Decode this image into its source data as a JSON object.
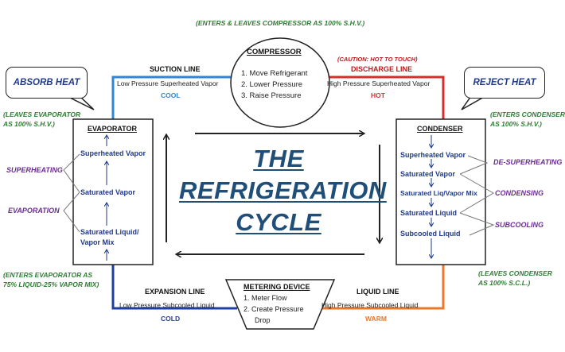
{
  "title": {
    "line1": "THE",
    "line2": "REFRIGERATION",
    "line3": "CYCLE"
  },
  "compressor": {
    "heading": "COMPRESSOR",
    "steps": [
      "1. Move Refrigerant",
      "2. Lower Pressure",
      "3. Raise Pressure"
    ],
    "note": "(ENTERS & LEAVES COMPRESSOR AS 100% S.H.V.)"
  },
  "suction_line": {
    "label": "SUCTION LINE",
    "description": "Low Pressure Superheated Vapor",
    "temp": "COOL"
  },
  "discharge_line": {
    "caution": "(CAUTION:  HOT TO TOUCH)",
    "label": "DISCHARGE LINE",
    "description": "High Pressure Superheated Vapor",
    "temp": "HOT"
  },
  "evaporator": {
    "heading": "EVAPORATOR",
    "states": [
      "Superheated Vapor",
      "Saturated Vapor",
      "Saturated Liquid/",
      "Vapor Mix"
    ],
    "phases": [
      "SUPERHEATING",
      "EVAPORATION"
    ],
    "note_top": [
      "(LEAVES EVAPORATOR",
      "AS 100% S.H.V.)"
    ],
    "note_bottom": [
      "(ENTERS EVAPORATOR AS",
      "75% LIQUID-25% VAPOR MIX)"
    ],
    "bubble": "ABSORB HEAT"
  },
  "condenser": {
    "heading": "CONDENSER",
    "states": [
      "Superheated Vapor",
      "Saturated Vapor",
      "Saturated Liq/Vapor Mix",
      "Saturated Liquid",
      "Subcooled Liquid"
    ],
    "phases": [
      "DE-SUPERHEATING",
      "CONDENSING",
      "SUBCOOLING"
    ],
    "note_top": [
      "(ENTERS CONDENSER",
      "AS 100% S.H.V.)"
    ],
    "note_bottom": [
      "(LEAVES CONDENSER",
      "AS 100% S.C.L.)"
    ],
    "bubble": "REJECT HEAT"
  },
  "metering_device": {
    "heading": "METERING DEVICE",
    "steps": [
      "1. Meter Flow",
      "2. Create Pressure",
      "Drop"
    ]
  },
  "expansion_line": {
    "label": "EXPANSION LINE",
    "description": "Low Pressure Subcooled Liquid",
    "temp": "COLD"
  },
  "liquid_line": {
    "label": "LIQUID LINE",
    "description": "High Pressure Subcooled Liquid",
    "temp": "WARM"
  },
  "colors": {
    "suction": "#2f86d6",
    "discharge": "#d32f2f",
    "expansion": "#1f3fa0",
    "liquid": "#e8792a",
    "title": "#1f4e79",
    "notes": "#2e7d32",
    "phases": "#6a2c91"
  }
}
